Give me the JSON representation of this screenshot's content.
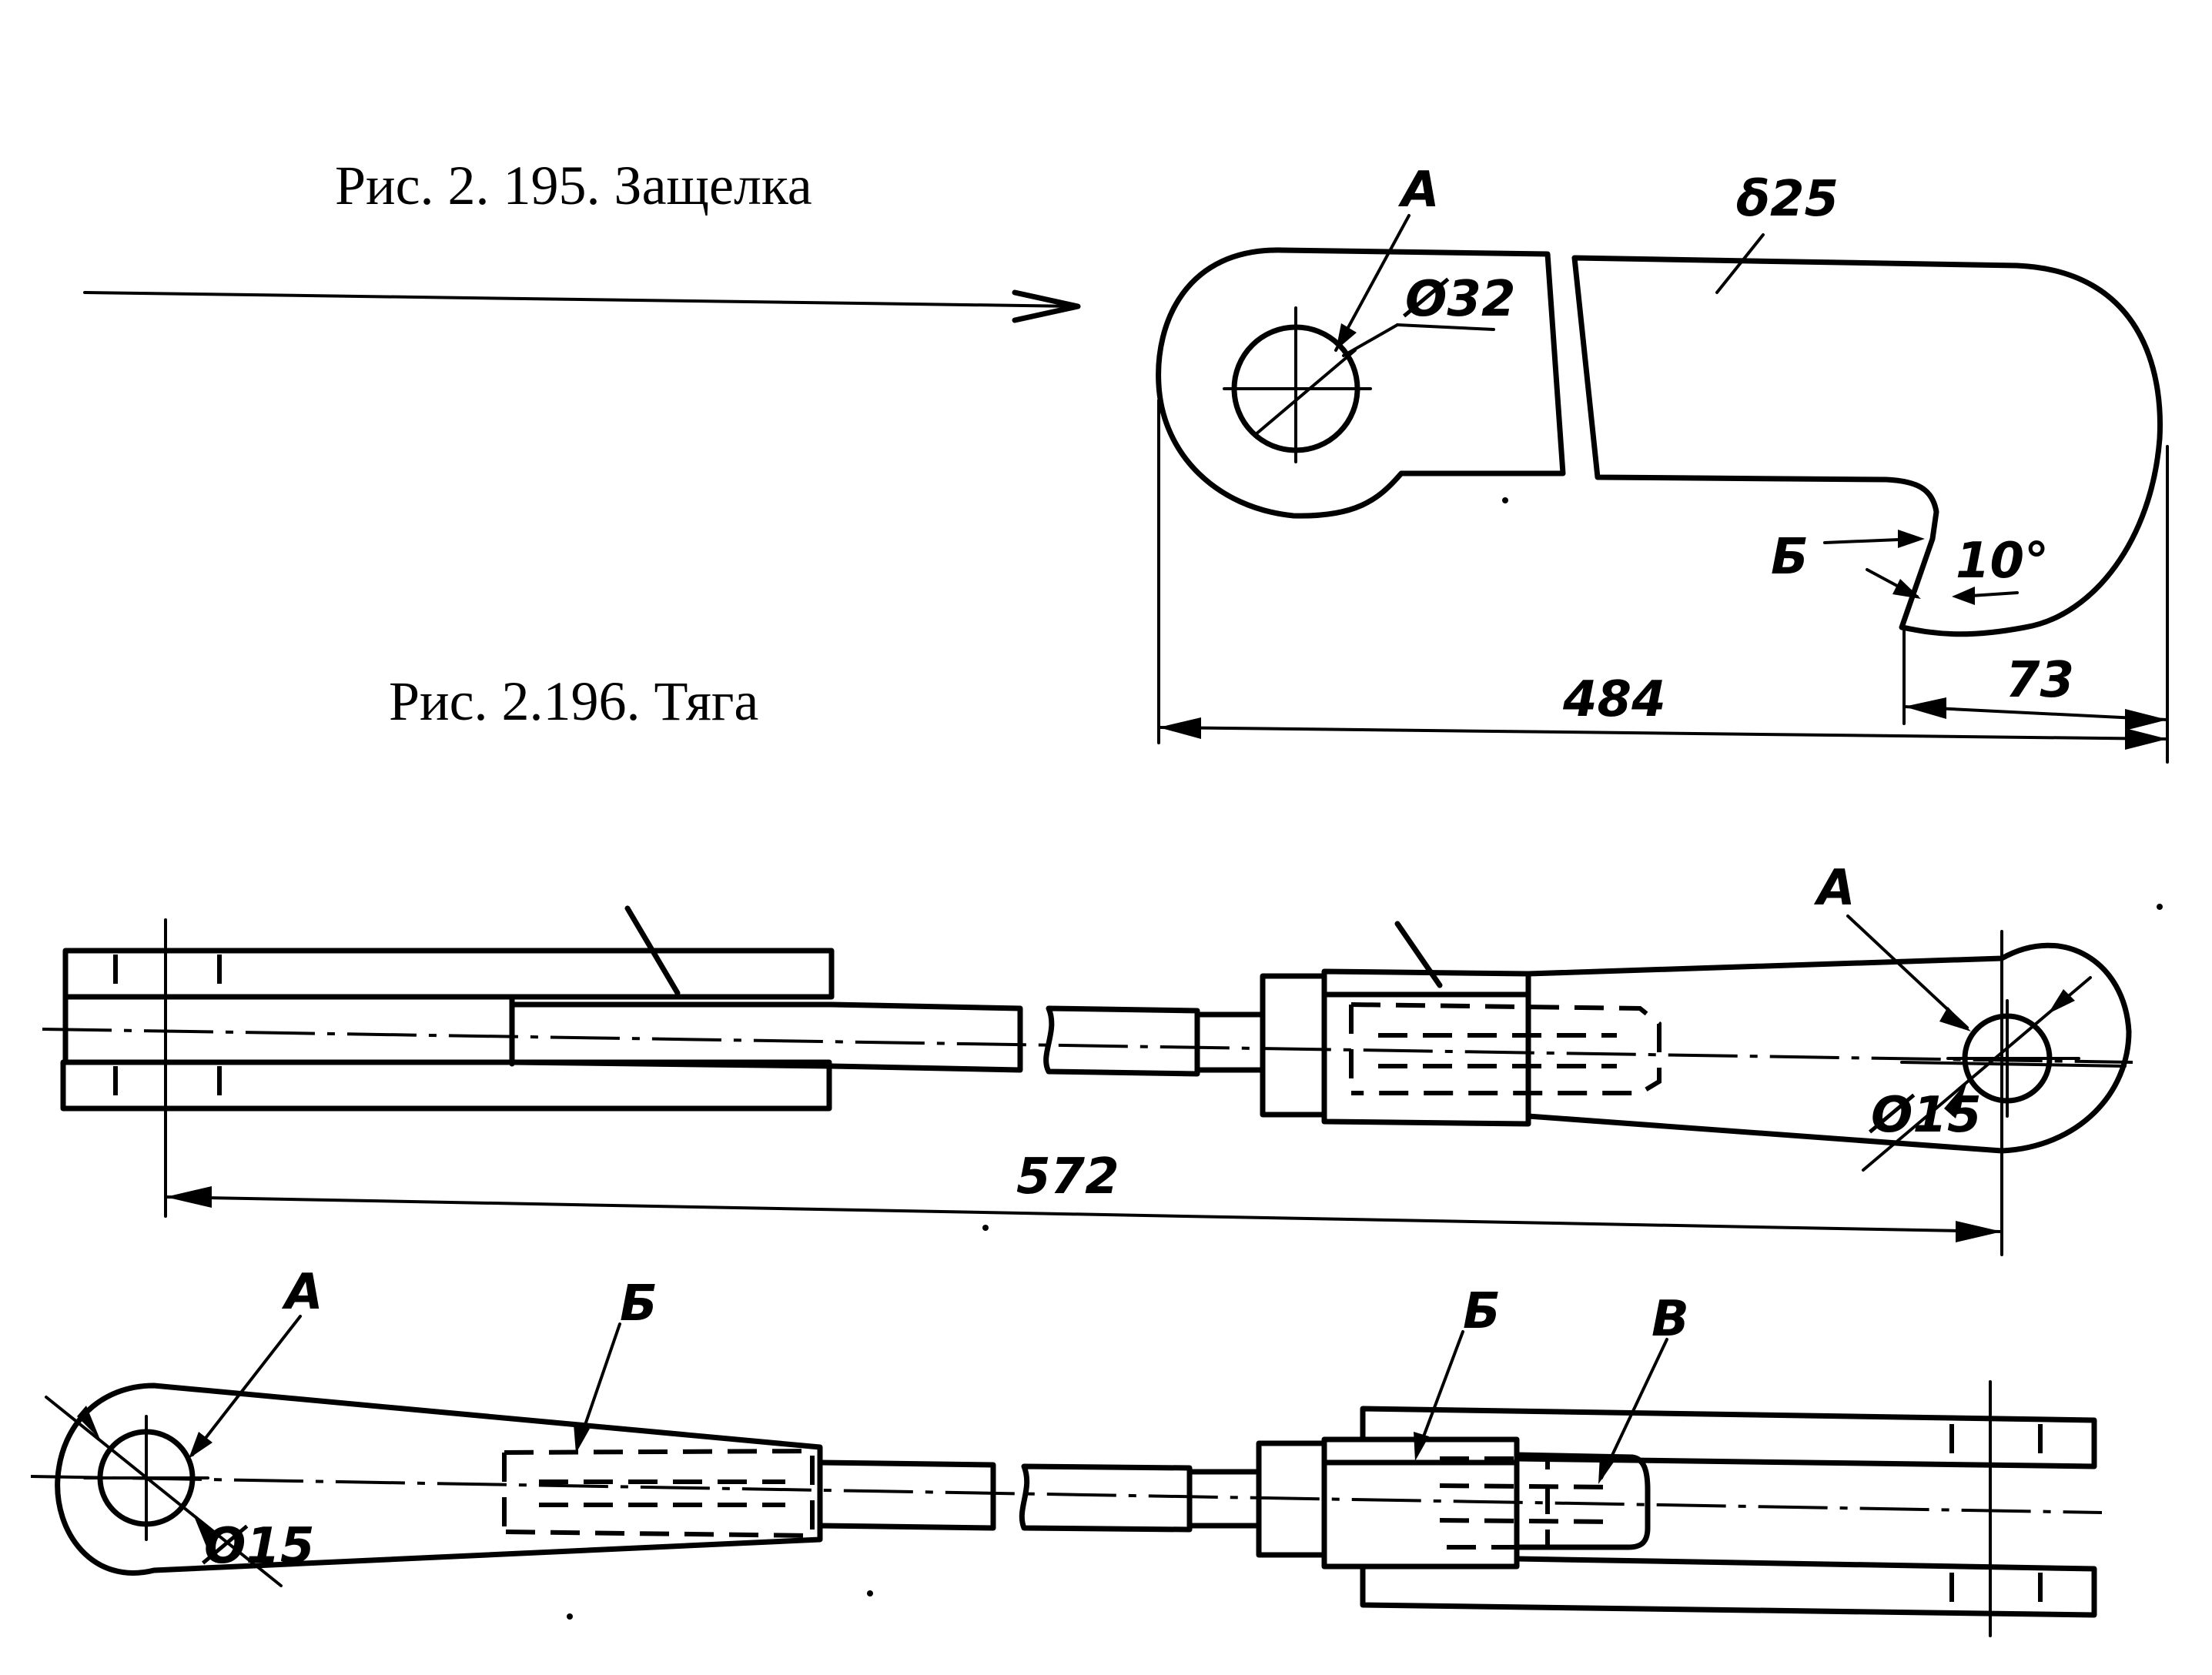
{
  "captions": {
    "fig_195": "Рис. 2. 195. Защелка",
    "fig_196": "Рис. 2.196. Тяга"
  },
  "fig_195": {
    "label_a": "А",
    "label_b": "Б",
    "hole_diameter": "Ø32",
    "thickness": "δ25",
    "angle": "10°",
    "length_overall": "484",
    "length_tip": "73"
  },
  "fig_196": {
    "top_view": {
      "label_a": "А",
      "hole_diameter": "Ø15",
      "length_overall": "572"
    },
    "bottom_view": {
      "label_a": "А",
      "label_b1": "Б",
      "label_b2": "Б",
      "label_v": "В",
      "hole_diameter": "Ø15"
    }
  }
}
